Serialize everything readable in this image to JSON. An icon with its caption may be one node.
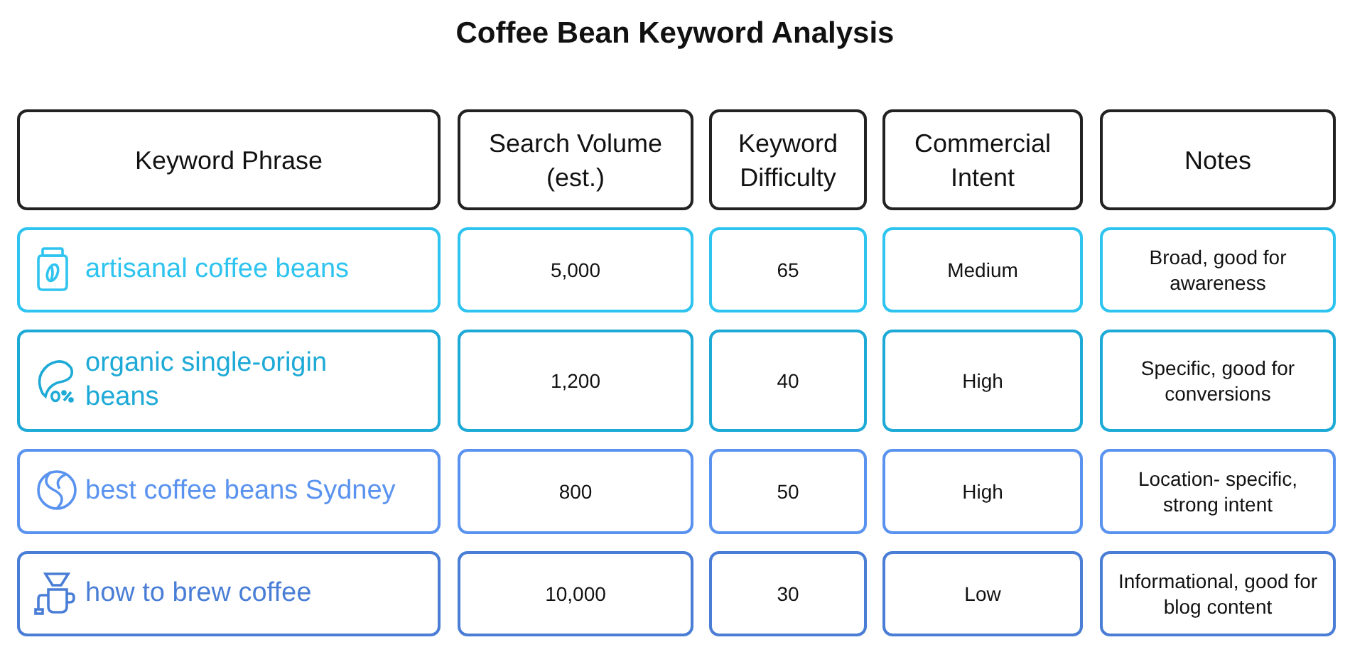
{
  "diagram": {
    "title": "Coffee Bean Keyword Analysis",
    "nodes": [
      {
        "text": [
          "Keyword Phrase"
        ]
      },
      {
        "text": [
          "Search Volume (est.)"
        ]
      },
      {
        "text": [
          "Keyword Difficulty"
        ]
      },
      {
        "text": [
          "Commercial Intent"
        ]
      },
      {
        "text": [
          "Notes"
        ]
      },
      {
        "text": [
          "artisanal coffee beans"
        ]
      },
      {
        "text": [
          "5,000"
        ]
      },
      {
        "text": [
          "65"
        ]
      },
      {
        "text": [
          "Medium"
        ]
      },
      {
        "text": [
          "Broad, good for awareness"
        ]
      },
      {
        "text": [
          "organic single-origin beans"
        ]
      },
      {
        "text": [
          "1,200"
        ]
      },
      {
        "text": [
          "40"
        ]
      },
      {
        "text": [
          "High"
        ]
      },
      {
        "text": [
          "Specific, good for conversions"
        ]
      },
      {
        "text": [
          "best coffee beans Sydney"
        ]
      },
      {
        "text": [
          "800"
        ]
      },
      {
        "text": [
          "50"
        ]
      },
      {
        "text": [
          "High"
        ]
      },
      {
        "text": [
          "Location- specific, strong intent"
        ]
      },
      {
        "text": [
          "how to brew coffee"
        ]
      },
      {
        "text": [
          "10,000"
        ]
      },
      {
        "text": [
          "30"
        ]
      },
      {
        "text": [
          "Low"
        ]
      },
      {
        "text": [
          "Informational, good for blog content"
        ]
      }
    ],
    "edges": []
  }
}
